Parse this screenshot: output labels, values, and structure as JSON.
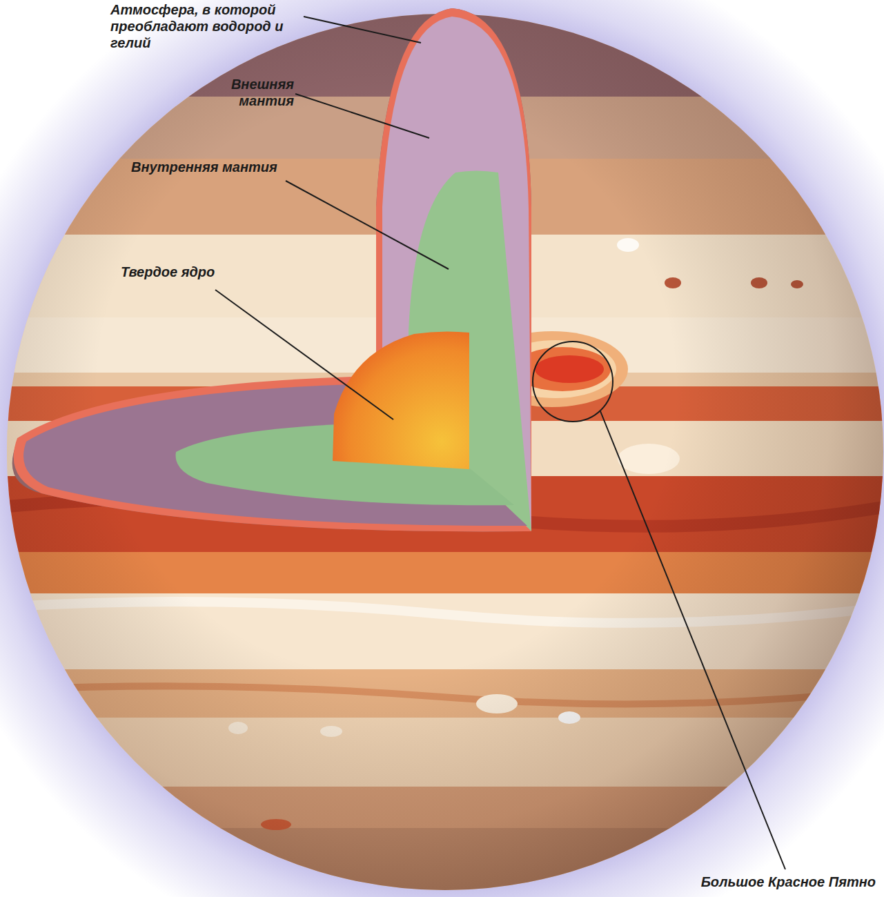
{
  "diagram": {
    "labels": [
      "Атмосфера, в которой преобладают водород и гелий",
      "Внешняя мантия",
      "Внутренняя мантия",
      "Твердое ядро",
      "Большое Красное Пятно"
    ]
  }
}
